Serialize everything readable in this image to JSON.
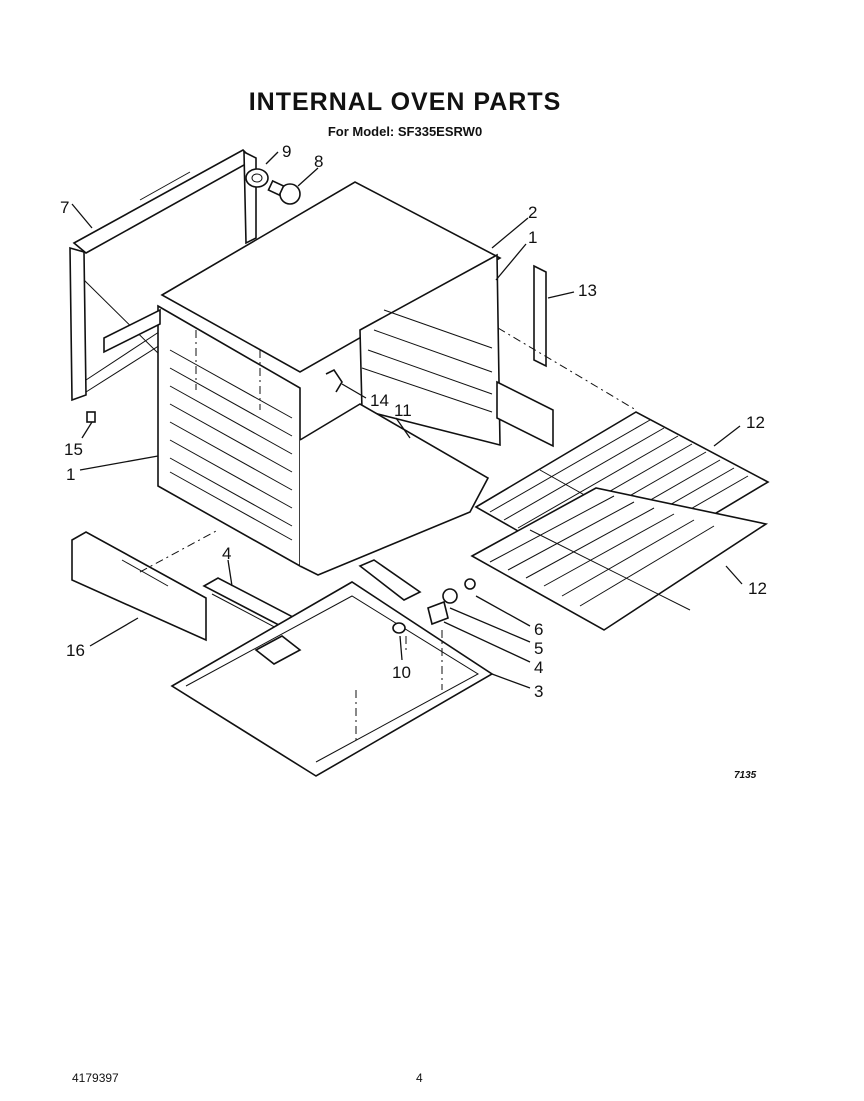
{
  "header": {
    "title": "INTERNAL OVEN PARTS",
    "subtitle": "For Model: SF335ESRW0"
  },
  "callouts": {
    "c1_top": "1",
    "c1_left": "1",
    "c2": "2",
    "c3": "3",
    "c4_left": "4",
    "c4_right": "4",
    "c5": "5",
    "c6": "6",
    "c7": "7",
    "c8": "8",
    "c9": "9",
    "c10": "10",
    "c11": "11",
    "c12_top": "12",
    "c12_bottom": "12",
    "c13": "13",
    "c14": "14",
    "c15": "15",
    "c16": "16"
  },
  "footer": {
    "figure_code": "7135",
    "document_number": "4179397",
    "page_number": "4"
  }
}
